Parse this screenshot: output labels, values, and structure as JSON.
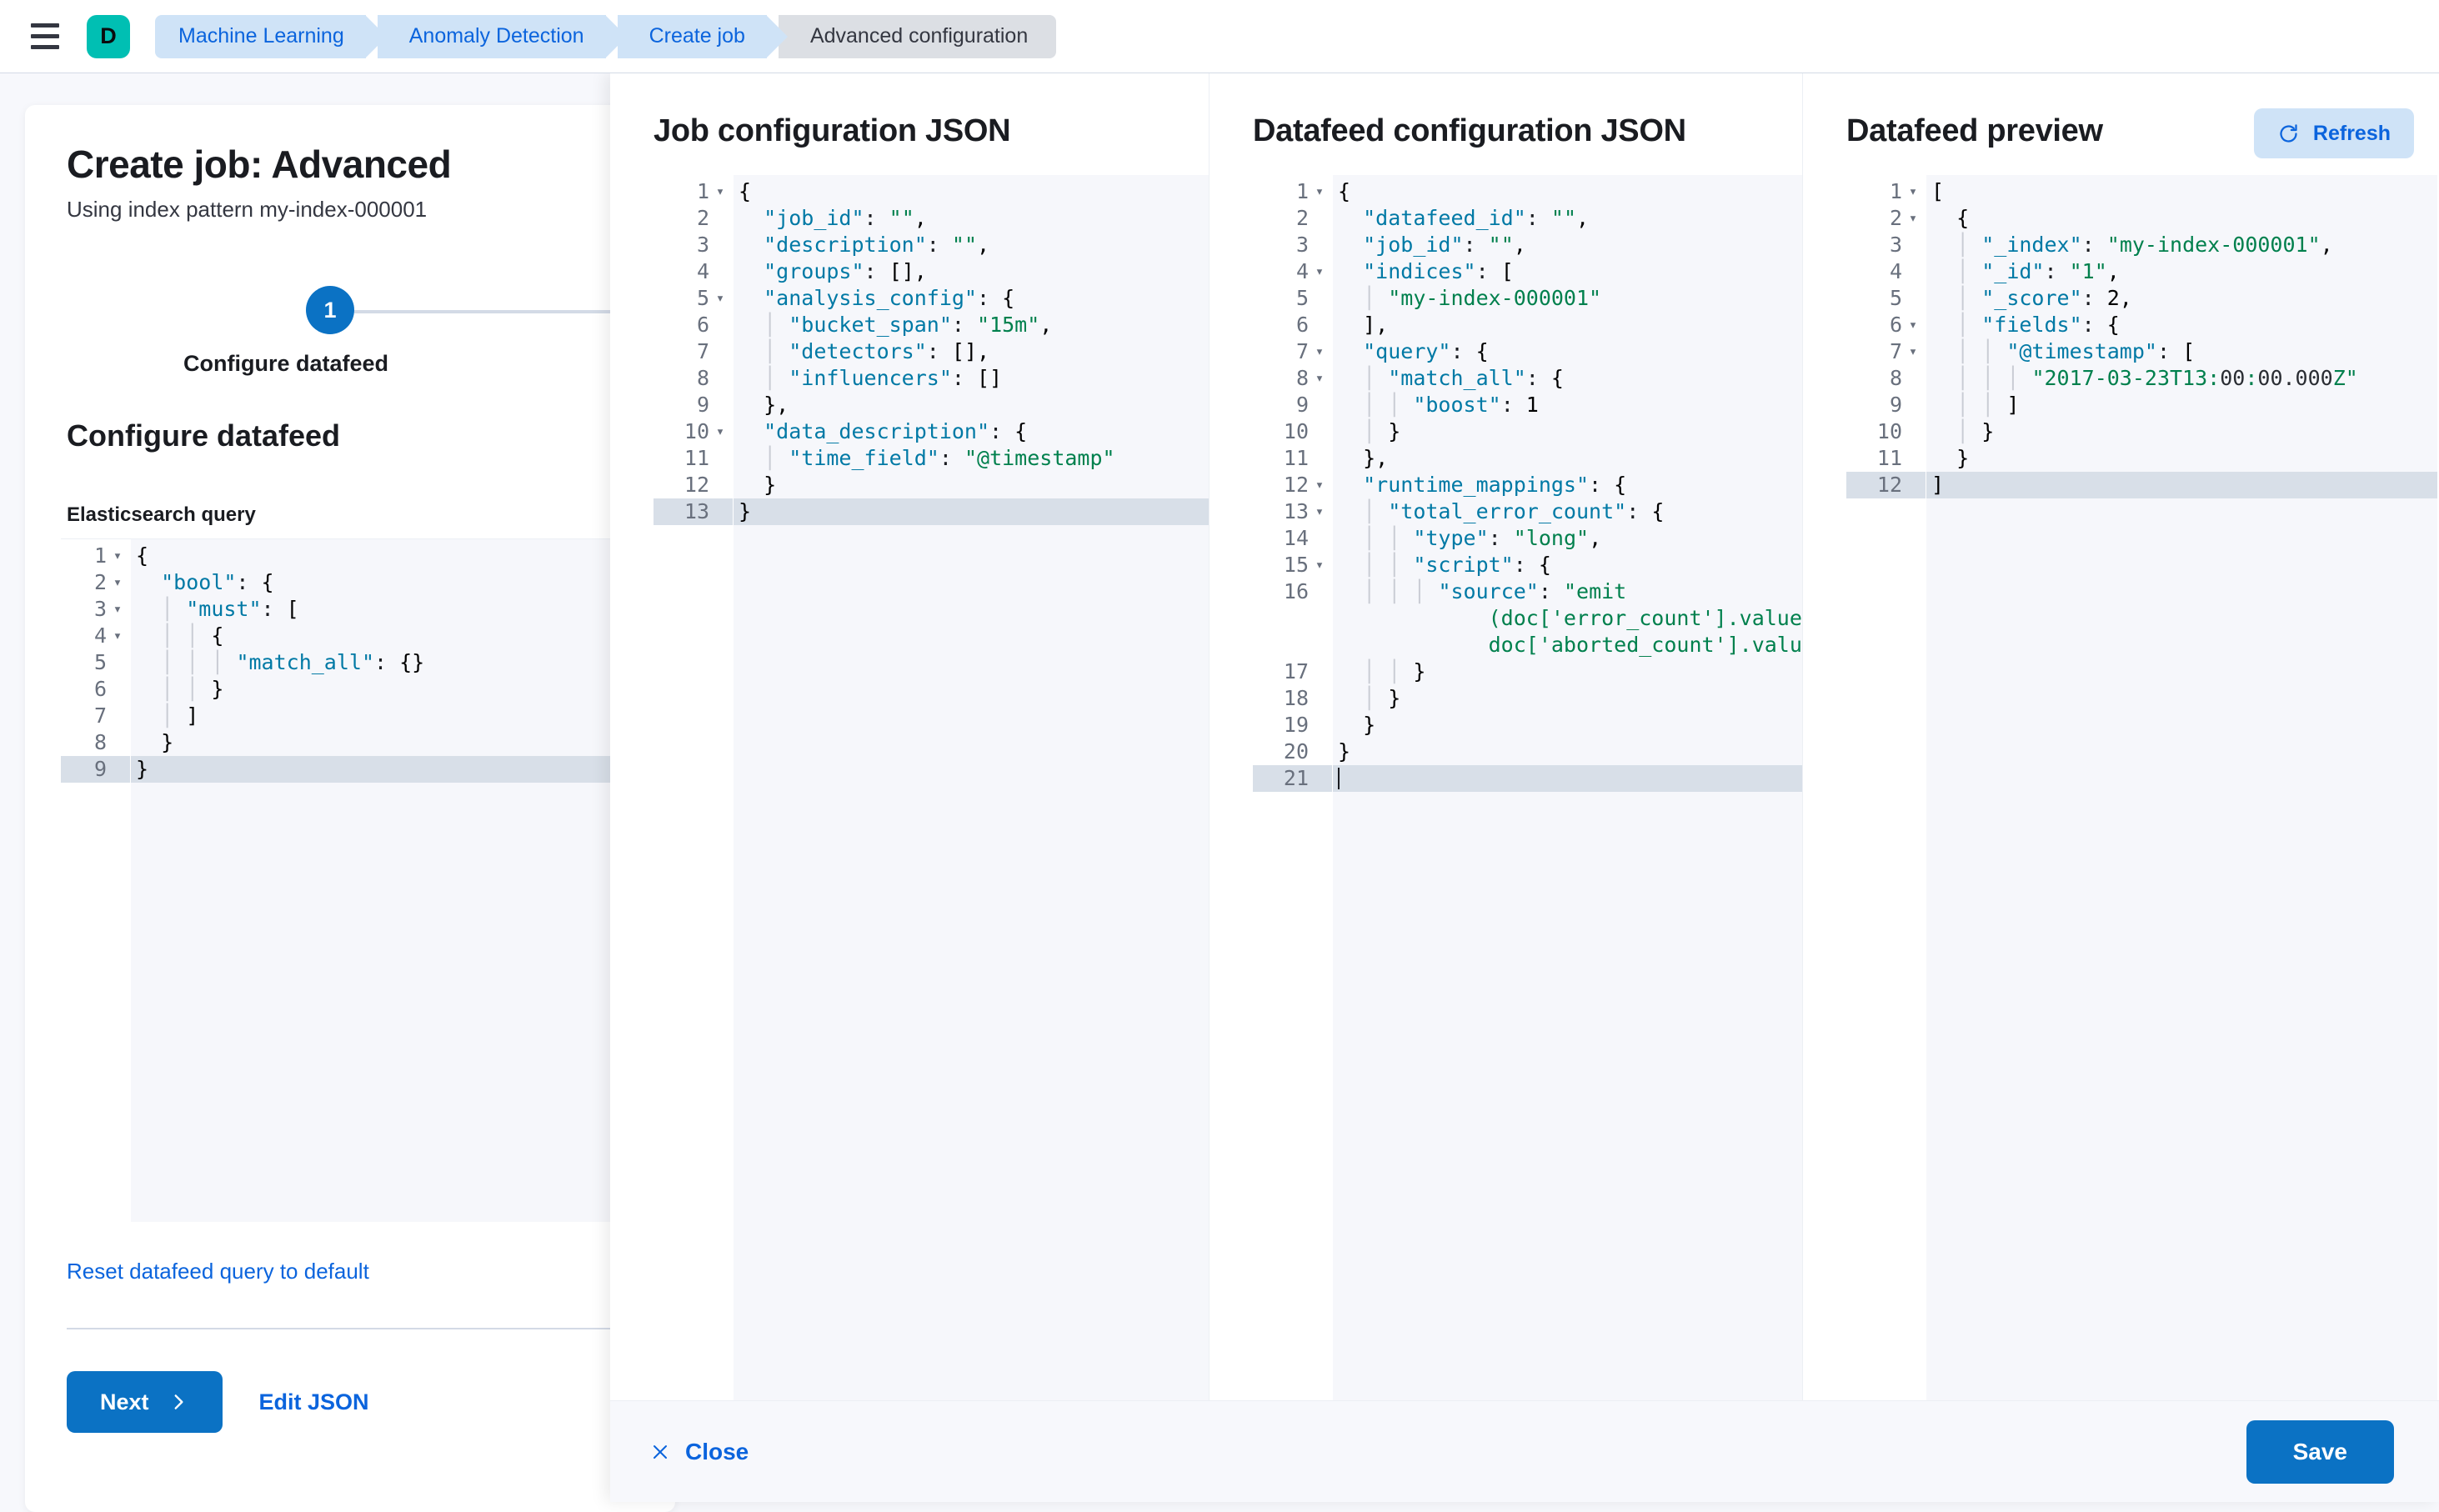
{
  "chrome": {
    "menu_icon": "hamburger-icon",
    "space_avatar_letter": "D",
    "breadcrumbs": [
      {
        "label": "Machine Learning",
        "current": false
      },
      {
        "label": "Anomaly Detection",
        "current": false
      },
      {
        "label": "Create job",
        "current": false
      },
      {
        "label": "Advanced configuration",
        "current": true
      }
    ]
  },
  "left_panel": {
    "title": "Create job: Advanced",
    "subtitle": "Using index pattern my-index-000001",
    "step": {
      "number": "1",
      "label": "Configure datafeed"
    },
    "section_heading": "Configure datafeed",
    "query_label": "Elasticsearch query",
    "reset_link": "Reset datafeed query to default",
    "next_label": "Next",
    "next_icon": "chevron-right-icon",
    "edit_json_label": "Edit JSON",
    "query_editor": {
      "active_line": 9,
      "lines": [
        {
          "n": 1,
          "fold": true,
          "text": "{"
        },
        {
          "n": 2,
          "fold": true,
          "text": "  \"bool\": {"
        },
        {
          "n": 3,
          "fold": true,
          "text": "    \"must\": ["
        },
        {
          "n": 4,
          "fold": true,
          "text": "      {"
        },
        {
          "n": 5,
          "fold": false,
          "text": "        \"match_all\": {}"
        },
        {
          "n": 6,
          "fold": false,
          "text": "      }"
        },
        {
          "n": 7,
          "fold": false,
          "text": "    ]"
        },
        {
          "n": 8,
          "fold": false,
          "text": "  }"
        },
        {
          "n": 9,
          "fold": false,
          "text": "}"
        }
      ]
    }
  },
  "flyout": {
    "columns": [
      {
        "title": "Job configuration JSON"
      },
      {
        "title": "Datafeed configuration JSON"
      },
      {
        "title": "Datafeed preview"
      }
    ],
    "refresh": {
      "label": "Refresh",
      "icon": "refresh-icon"
    },
    "close": {
      "label": "Close",
      "icon": "cross-icon"
    },
    "save": {
      "label": "Save"
    },
    "job_config_editor": {
      "active_line": 13,
      "lines": [
        {
          "n": 1,
          "fold": true,
          "text": "{"
        },
        {
          "n": 2,
          "fold": false,
          "text": "  \"job_id\": \"\","
        },
        {
          "n": 3,
          "fold": false,
          "text": "  \"description\": \"\","
        },
        {
          "n": 4,
          "fold": false,
          "text": "  \"groups\": [],"
        },
        {
          "n": 5,
          "fold": true,
          "text": "  \"analysis_config\": {"
        },
        {
          "n": 6,
          "fold": false,
          "text": "    \"bucket_span\": \"15m\","
        },
        {
          "n": 7,
          "fold": false,
          "text": "    \"detectors\": [],"
        },
        {
          "n": 8,
          "fold": false,
          "text": "    \"influencers\": []"
        },
        {
          "n": 9,
          "fold": false,
          "text": "  },"
        },
        {
          "n": 10,
          "fold": true,
          "text": "  \"data_description\": {"
        },
        {
          "n": 11,
          "fold": false,
          "text": "    \"time_field\": \"@timestamp\""
        },
        {
          "n": 12,
          "fold": false,
          "text": "  }"
        },
        {
          "n": 13,
          "fold": false,
          "text": "}"
        }
      ]
    },
    "datafeed_config_editor": {
      "active_line": 21,
      "lines": [
        {
          "n": 1,
          "fold": true,
          "text": "{"
        },
        {
          "n": 2,
          "fold": false,
          "text": "  \"datafeed_id\": \"\","
        },
        {
          "n": 3,
          "fold": false,
          "text": "  \"job_id\": \"\","
        },
        {
          "n": 4,
          "fold": true,
          "text": "  \"indices\": ["
        },
        {
          "n": 5,
          "fold": false,
          "text": "    \"my-index-000001\""
        },
        {
          "n": 6,
          "fold": false,
          "text": "  ],"
        },
        {
          "n": 7,
          "fold": true,
          "text": "  \"query\": {"
        },
        {
          "n": 8,
          "fold": true,
          "text": "    \"match_all\": {"
        },
        {
          "n": 9,
          "fold": false,
          "text": "      \"boost\": 1"
        },
        {
          "n": 10,
          "fold": false,
          "text": "    }"
        },
        {
          "n": 11,
          "fold": false,
          "text": "  },"
        },
        {
          "n": 12,
          "fold": true,
          "text": "  \"runtime_mappings\": {"
        },
        {
          "n": 13,
          "fold": true,
          "text": "    \"total_error_count\": {"
        },
        {
          "n": 14,
          "fold": false,
          "text": "      \"type\": \"long\","
        },
        {
          "n": 15,
          "fold": true,
          "text": "      \"script\": {"
        },
        {
          "n": 16,
          "fold": false,
          "text": "        \"source\": \"emit(doc['error_count'].value + doc['aborted_count'].value)\""
        },
        {
          "n": 17,
          "fold": false,
          "text": "      }"
        },
        {
          "n": 18,
          "fold": false,
          "text": "    }"
        },
        {
          "n": 19,
          "fold": false,
          "text": "  }"
        },
        {
          "n": 20,
          "fold": false,
          "text": "}"
        },
        {
          "n": 21,
          "fold": false,
          "text": ""
        }
      ]
    },
    "datafeed_preview_editor": {
      "active_line": 12,
      "lines": [
        {
          "n": 1,
          "fold": true,
          "text": "["
        },
        {
          "n": 2,
          "fold": true,
          "text": "  {"
        },
        {
          "n": 3,
          "fold": false,
          "text": "    \"_index\": \"my-index-000001\","
        },
        {
          "n": 4,
          "fold": false,
          "text": "    \"_id\": \"1\","
        },
        {
          "n": 5,
          "fold": false,
          "text": "    \"_score\": 2,"
        },
        {
          "n": 6,
          "fold": true,
          "text": "    \"fields\": {"
        },
        {
          "n": 7,
          "fold": true,
          "text": "      \"@timestamp\": ["
        },
        {
          "n": 8,
          "fold": false,
          "text": "        \"2017-03-23T13:00:00.000Z\""
        },
        {
          "n": 9,
          "fold": false,
          "text": "      ]"
        },
        {
          "n": 10,
          "fold": false,
          "text": "    }"
        },
        {
          "n": 11,
          "fold": false,
          "text": "  }"
        },
        {
          "n": 12,
          "fold": false,
          "text": "]"
        }
      ]
    }
  },
  "colors": {
    "primary_blue": "#0b72c4",
    "link_blue": "#0b64dd",
    "breadcrumb_blue": "#cfe3f7",
    "breadcrumb_current": "#dcdfe4",
    "space_teal": "#00bfb3",
    "editor_bg": "#f6f7fb",
    "active_line": "#d8dfe8",
    "json_key": "#0079a5",
    "json_string": "#00804d"
  }
}
